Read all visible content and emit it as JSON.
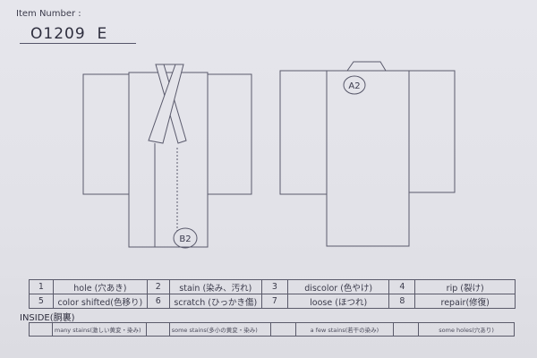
{
  "header": {
    "item_number_label": "Item Number :",
    "item_number_value": "O1209  E"
  },
  "diagram": {
    "front_marker": "B2",
    "back_marker": "A2"
  },
  "legend": {
    "rows": [
      [
        {
          "num": "1",
          "label": "hole (穴あき)"
        },
        {
          "num": "2",
          "label": "stain (染み、汚れ)"
        },
        {
          "num": "3",
          "label": "discolor (色やけ)"
        },
        {
          "num": "4",
          "label": "rip (裂け)"
        }
      ],
      [
        {
          "num": "5",
          "label": "color shifted(色移り)"
        },
        {
          "num": "6",
          "label": "scratch (ひっかき傷)"
        },
        {
          "num": "7",
          "label": "loose (ほつれ)"
        },
        {
          "num": "8",
          "label": "repair(修復)"
        }
      ]
    ]
  },
  "inside": {
    "title": "INSIDE(胴裏)",
    "options": [
      {
        "label": "many stains(激しい黄変・染み)"
      },
      {
        "label": "some stains(多小の黄変・染み)"
      },
      {
        "label": "a few stains(若干の染み)"
      },
      {
        "label": "some holes(穴あり)"
      }
    ]
  }
}
